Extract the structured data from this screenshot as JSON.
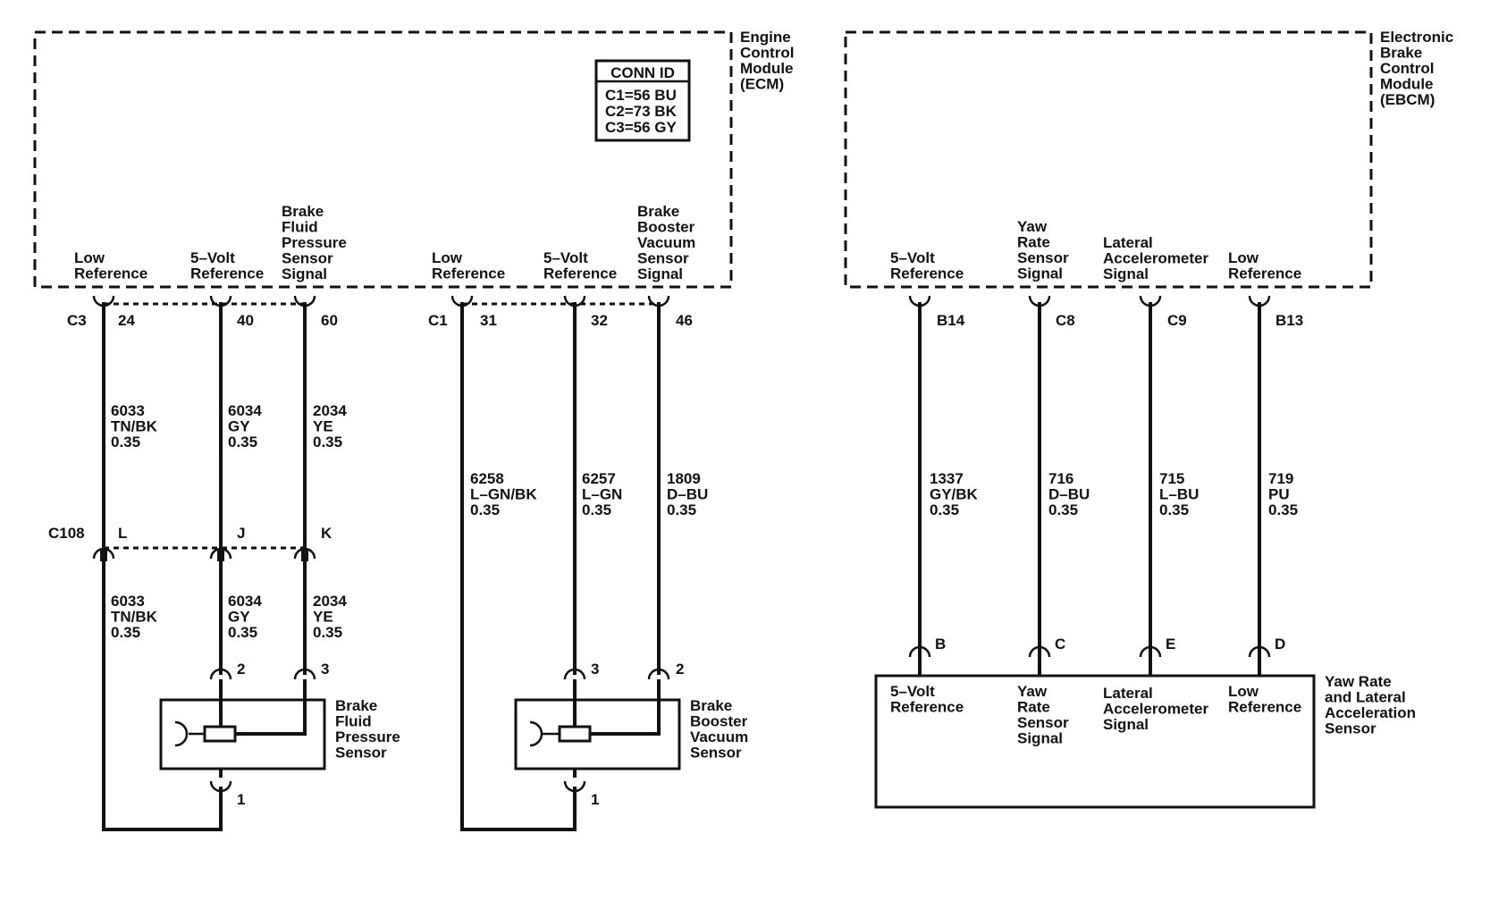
{
  "ecm": {
    "name": [
      "Engine",
      "Control",
      "Module",
      "(ECM)"
    ],
    "conn_id": {
      "title": "CONN ID",
      "lines": [
        "C1=56 BU",
        "C2=73 BK",
        "C3=56 GY"
      ]
    },
    "pin_labels": [
      [
        "Low",
        "Reference"
      ],
      [
        "5–Volt",
        "Reference"
      ],
      [
        "Brake",
        "Fluid",
        "Pressure",
        "Sensor",
        "Signal"
      ],
      [
        "Low",
        "Reference"
      ],
      [
        "5–Volt",
        "Reference"
      ],
      [
        "Brake",
        "Booster",
        "Vacuum",
        "Sensor",
        "Signal"
      ]
    ],
    "connectors": [
      "C3",
      "C1"
    ],
    "pins": [
      "24",
      "40",
      "60",
      "31",
      "32",
      "46"
    ]
  },
  "upper_wires": [
    [
      "6033",
      "TN/BK",
      "0.35"
    ],
    [
      "6034",
      "GY",
      "0.35"
    ],
    [
      "2034",
      "YE",
      "0.35"
    ],
    [
      "6258",
      "L–GN/BK",
      "0.35"
    ],
    [
      "6257",
      "L–GN",
      "0.35"
    ],
    [
      "1809",
      "D–BU",
      "0.35"
    ]
  ],
  "inline_connector": {
    "name": "C108",
    "pins": [
      "L",
      "J",
      "K"
    ]
  },
  "lower_wires": [
    [
      "6033",
      "TN/BK",
      "0.35"
    ],
    [
      "6034",
      "GY",
      "0.35"
    ],
    [
      "2034",
      "YE",
      "0.35"
    ]
  ],
  "brake_fluid_sensor": {
    "name": [
      "Brake",
      "Fluid",
      "Pressure",
      "Sensor"
    ],
    "pins": [
      "2",
      "3",
      "1"
    ]
  },
  "brake_booster_sensor": {
    "name": [
      "Brake",
      "Booster",
      "Vacuum",
      "Sensor"
    ],
    "pins": [
      "3",
      "2",
      "1"
    ]
  },
  "ebcm": {
    "name": [
      "Electronic",
      "Brake",
      "Control",
      "Module",
      "(EBCM)"
    ],
    "pin_labels": [
      [
        "5–Volt",
        "Reference"
      ],
      [
        "Yaw",
        "Rate",
        "Sensor",
        "Signal"
      ],
      [
        "Lateral",
        "Accelerometer",
        "Signal"
      ],
      [
        "Low",
        "Reference"
      ]
    ],
    "pins": [
      "B14",
      "C8",
      "C9",
      "B13"
    ]
  },
  "ebcm_wires": [
    [
      "1337",
      "GY/BK",
      "0.35"
    ],
    [
      "716",
      "D–BU",
      "0.35"
    ],
    [
      "715",
      "L–BU",
      "0.35"
    ],
    [
      "719",
      "PU",
      "0.35"
    ]
  ],
  "yaw_sensor": {
    "name": [
      "Yaw Rate",
      "and Lateral",
      "Acceleration",
      "Sensor"
    ],
    "pins": [
      "B",
      "C",
      "E",
      "D"
    ],
    "pin_labels": [
      [
        "5–Volt",
        "Reference"
      ],
      [
        "Yaw",
        "Rate",
        "Sensor",
        "Signal"
      ],
      [
        "Lateral",
        "Accelerometer",
        "Signal"
      ],
      [
        "Low",
        "Reference"
      ]
    ]
  }
}
